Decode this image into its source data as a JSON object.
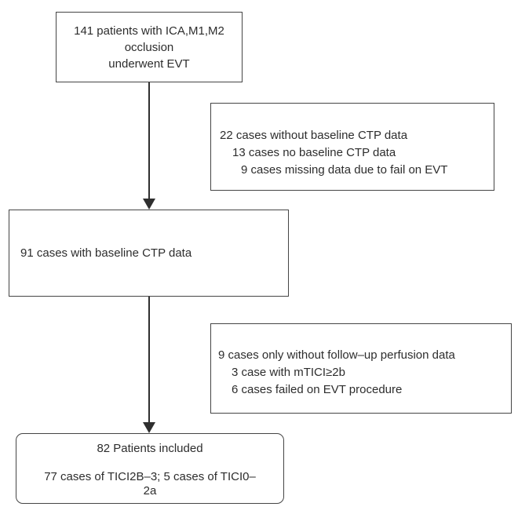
{
  "colors": {
    "background": "#ffffff",
    "box_border": "#454545",
    "text": "#2d2d2d",
    "arrow": "#2f2f2f"
  },
  "flowchart": {
    "nodes": {
      "enrollment": {
        "lines": [
          "141 patients with ICA,M1,M2",
          "occlusion",
          "underwent EVT"
        ]
      },
      "exclusion_baseline": {
        "lines": [
          "22 cases without baseline CTP data",
          "13 cases no baseline CTP data",
          "9 cases missing data due to fail on EVT"
        ]
      },
      "baseline_ctp": {
        "lines": [
          "91 cases with baseline CTP data"
        ]
      },
      "exclusion_followup": {
        "lines": [
          "9 cases only without follow–up perfusion data",
          "3 case with mTICI≥2b",
          "6 cases failed on EVT procedure"
        ]
      },
      "included": {
        "lines": [
          "82 Patients included",
          "",
          "77 cases of TICI2B–3; 5 cases of TICI0–",
          "2a"
        ]
      }
    }
  }
}
